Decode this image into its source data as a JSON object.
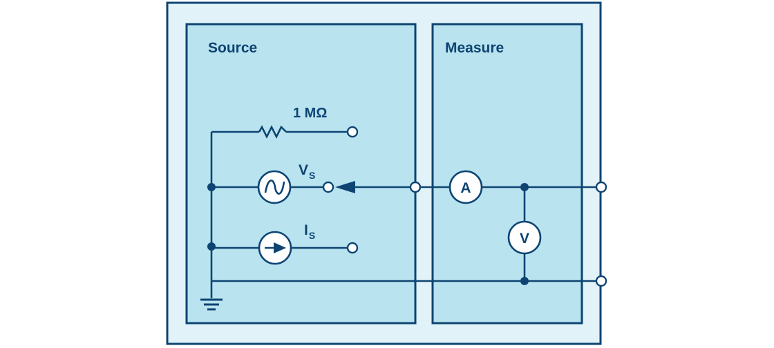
{
  "colors": {
    "outline": "#0d4472",
    "outer_fill": "#e1f2f8",
    "panel_fill": "#b9e3ef",
    "symbol_fill": "#ffffff"
  },
  "panels": {
    "source": {
      "title": "Source"
    },
    "measure": {
      "title": "Measure"
    }
  },
  "components": {
    "resistor": {
      "label": "1 MΩ"
    },
    "voltage_source": {
      "label_main": "V",
      "label_sub": "S",
      "icon": "ac-sine-icon"
    },
    "current_source": {
      "label_main": "I",
      "label_sub": "S",
      "icon": "arrow-right-icon"
    },
    "ammeter": {
      "label": "A"
    },
    "voltmeter": {
      "label": "V"
    },
    "ground": {
      "icon": "ground-icon"
    }
  }
}
